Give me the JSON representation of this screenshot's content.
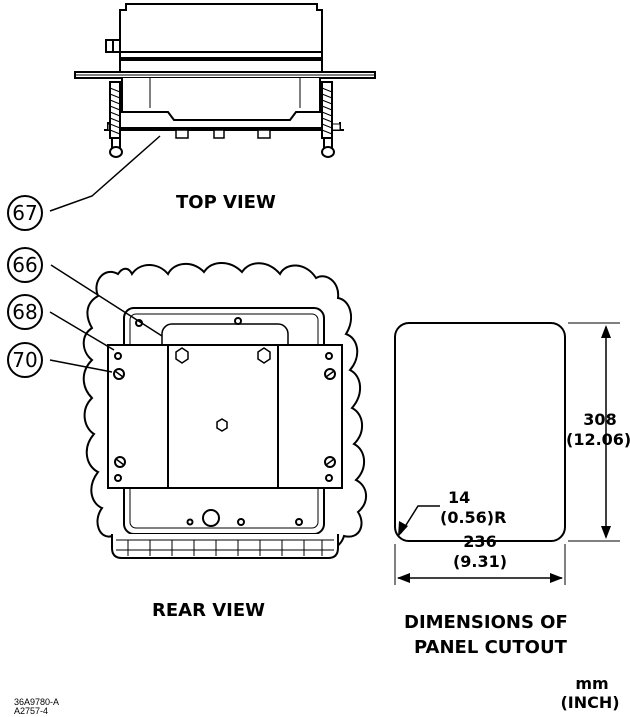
{
  "views": {
    "top": "TOP VIEW",
    "rear": "REAR VIEW",
    "cutout_line1": "DIMENSIONS OF",
    "cutout_line2": "PANEL CUTOUT"
  },
  "callouts": {
    "c67": "67",
    "c66": "66",
    "c68": "68",
    "c70": "70"
  },
  "dimensions": {
    "height_mm": "308",
    "height_in": "(12.06)",
    "width_mm": "236",
    "width_in": "(9.31)",
    "radius_mm": "14",
    "radius_in": "(0.56)R"
  },
  "units": {
    "line1": "mm",
    "line2": "(INCH)"
  },
  "reference": {
    "line1": "36A9780-A",
    "line2": "A2757-4"
  }
}
